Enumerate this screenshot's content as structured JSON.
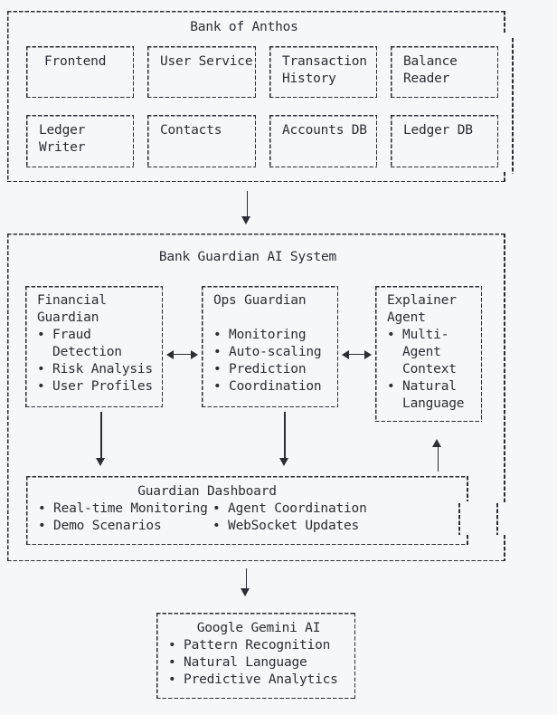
{
  "colors": {
    "background": "#f6f7f9",
    "ink": "#2b2e35"
  },
  "anthos": {
    "title": "Bank of Anthos",
    "services": [
      {
        "lines": [
          "Frontend"
        ]
      },
      {
        "lines": [
          "User Service"
        ]
      },
      {
        "lines": [
          "Transaction",
          "History"
        ]
      },
      {
        "lines": [
          "Balance",
          "Reader"
        ]
      },
      {
        "lines": [
          "Ledger",
          "Writer"
        ]
      },
      {
        "lines": [
          "Contacts"
        ]
      },
      {
        "lines": [
          "Accounts DB"
        ]
      },
      {
        "lines": [
          "Ledger DB"
        ]
      }
    ]
  },
  "guardian": {
    "title": "Bank Guardian AI System",
    "financial_guardian": {
      "lines": [
        "Financial",
        "Guardian",
        "• Fraud",
        "  Detection",
        "• Risk Analysis",
        "• User Profiles"
      ]
    },
    "ops_guardian": {
      "lines": [
        "Ops Guardian",
        "",
        "• Monitoring",
        "• Auto-scaling",
        "• Prediction",
        "• Coordination"
      ]
    },
    "explainer_agent": {
      "lines": [
        "Explainer",
        "Agent",
        "• Multi-",
        "  Agent",
        "  Context",
        "• Natural",
        "  Language"
      ]
    },
    "dashboard": {
      "title": "Guardian Dashboard",
      "column1": [
        "• Real-time Monitoring",
        "• Demo Scenarios"
      ],
      "column2": [
        "• Agent Coordination",
        "• WebSocket Updates"
      ]
    }
  },
  "gemini": {
    "title": "Google Gemini AI",
    "items": [
      "• Pattern Recognition",
      "• Natural Language",
      "• Predictive Analytics"
    ]
  }
}
